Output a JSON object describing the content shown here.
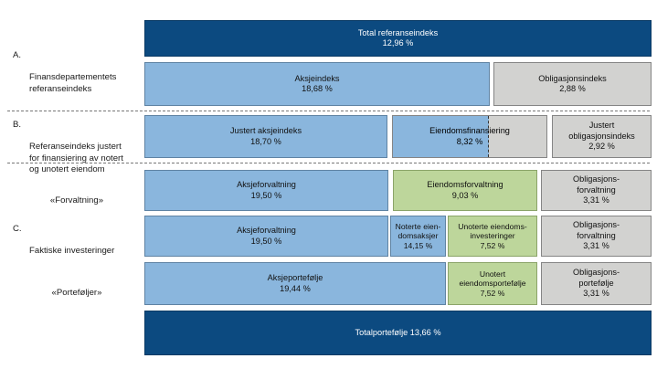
{
  "figure": {
    "sections": [
      {
        "id": "A",
        "letter": "A.",
        "label": "Finansdepartementets\nreferanseindeks"
      },
      {
        "id": "B",
        "letter": "B.",
        "label": "Referanseindeks justert\nfor finansiering av notert\nog unotert eiendom"
      },
      {
        "id": "C",
        "letter": "C.",
        "label": "Faktiske investeringer"
      }
    ],
    "sublabels": {
      "forvaltning": "«Forvaltning»",
      "portefoljer": "«Porteføljer»"
    },
    "bars": {
      "total_referanseindeks": {
        "name": "Total referanseindeks",
        "value": "12,96 %",
        "color": "#0c4a80"
      },
      "aksjeindeks": {
        "name": "Aksjeindeks",
        "value": "18,68 %",
        "color": "#8ab6dd"
      },
      "obligasjonsindeks": {
        "name": "Obligasjonsindeks",
        "value": "2,88 %",
        "color": "#d2d2d0"
      },
      "justert_aksjeindeks": {
        "name": "Justert aksjeindeks",
        "value": "18,70 %",
        "color": "#8ab6dd"
      },
      "eiendomsfinansiering": {
        "name": "Eiendomsfinansiering",
        "value": "8,32 %",
        "color": "#8ab6dd"
      },
      "justert_obligasjonsindeks": {
        "name": "Justert\nobligasjonsindeks",
        "value": "2,92 %",
        "color": "#d2d2d0"
      },
      "aksjeforvaltning": {
        "name": "Aksjeforvaltning",
        "value": "19,50 %",
        "color": "#8ab6dd"
      },
      "eiendomsforvaltning": {
        "name": "Eiendomsforvaltning",
        "value": "9,03 %",
        "color": "#bdd69b"
      },
      "obligasjonsforvaltning": {
        "name": "Obligasjons-\nforvaltning",
        "value": "3,31 %",
        "color": "#d2d2d0"
      },
      "aksjeforvaltning_2": {
        "name": "Aksjeforvaltning",
        "value": "19,50 %",
        "color": "#8ab6dd"
      },
      "noterte_eiendomsaksjer": {
        "name": "Noterte eien-\ndomsaksjer",
        "value": "14,15 %",
        "color": "#8ab6dd"
      },
      "unoterte_eiendomsinvesteringer": {
        "name": "Unoterte eiendoms-\ninvesteringer",
        "value": "7,52 %",
        "color": "#bdd69b"
      },
      "obligasjonsforvaltning_2": {
        "name": "Obligasjons-\nforvaltning",
        "value": "3,31 %",
        "color": "#d2d2d0"
      },
      "aksjeportefolje": {
        "name": "Aksjeportefølje",
        "value": "19,44 %",
        "color": "#8ab6dd"
      },
      "unotert_eiendomsportefolje": {
        "name": "Unotert\neiendomsportefølje",
        "value": "7,52 %",
        "color": "#bdd69b"
      },
      "obligasjonsportefolje": {
        "name": "Obligasjons-\nportefølje",
        "value": "3,31 %",
        "color": "#d2d2d0"
      },
      "totalportefolje": {
        "name": "Totalportefølje 13,66 %",
        "value": "",
        "color": "#0c4a80"
      }
    }
  },
  "chart_data": {
    "type": "bar",
    "title": "",
    "subtitle": "",
    "xlabel": "",
    "ylabel": "",
    "legend": [],
    "grid": false,
    "groups": [
      {
        "section": "A. Finansdepartementets referanseindeks",
        "rows": [
          {
            "segments": [
              {
                "label": "Total referanseindeks",
                "value": 12.96,
                "unit": "%",
                "color": "#0c4a80",
                "width_frac": 1.0
              }
            ]
          },
          {
            "segments": [
              {
                "label": "Aksjeindeks",
                "value": 18.68,
                "unit": "%",
                "color": "#8ab6dd",
                "width_frac": 0.685
              },
              {
                "label": "Obligasjonsindeks",
                "value": 2.88,
                "unit": "%",
                "color": "#d2d2d0",
                "width_frac": 0.315
              }
            ]
          }
        ]
      },
      {
        "section": "B. Referanseindeks justert for finansiering av notert og unotert eiendom",
        "rows": [
          {
            "segments": [
              {
                "label": "Justert aksjeindeks",
                "value": 18.7,
                "unit": "%",
                "color": "#8ab6dd",
                "width_frac": 0.475
              },
              {
                "label": "Eiendomsfinansiering",
                "value": 8.32,
                "unit": "%",
                "color": "#8ab6dd",
                "width_frac": 0.305,
                "partial_fill": 0.62
              },
              {
                "label": "Justert obligasjonsindeks",
                "value": 2.92,
                "unit": "%",
                "color": "#d2d2d0",
                "width_frac": 0.22
              }
            ]
          }
        ]
      },
      {
        "section": "C. Faktiske investeringer",
        "rows": [
          {
            "subtitle": "«Forvaltning»",
            "segments": [
              {
                "label": "Aksjeforvaltning",
                "value": 19.5,
                "unit": "%",
                "color": "#8ab6dd",
                "width_frac": 0.487
              },
              {
                "label": "Eiendomsforvaltning",
                "value": 9.03,
                "unit": "%",
                "color": "#bdd69b",
                "width_frac": 0.293
              },
              {
                "label": "Obligasjonsforvaltning",
                "value": 3.31,
                "unit": "%",
                "color": "#d2d2d0",
                "width_frac": 0.22
              }
            ]
          },
          {
            "subtitle": "",
            "segments": [
              {
                "label": "Aksjeforvaltning",
                "value": 19.5,
                "unit": "%",
                "color": "#8ab6dd",
                "width_frac": 0.487
              },
              {
                "label": "Noterte eiendomsaksjer",
                "value": 14.15,
                "unit": "%",
                "color": "#8ab6dd",
                "width_frac": 0.112
              },
              {
                "label": "Unoterte eiendomsinvesteringer",
                "value": 7.52,
                "unit": "%",
                "color": "#bdd69b",
                "width_frac": 0.178
              },
              {
                "label": "Obligasjonsforvaltning",
                "value": 3.31,
                "unit": "%",
                "color": "#d2d2d0",
                "width_frac": 0.22
              }
            ]
          },
          {
            "subtitle": "«Porteføljer»",
            "segments": [
              {
                "label": "Aksjeportefølje",
                "value": 19.44,
                "unit": "%",
                "color": "#8ab6dd",
                "width_frac": 0.6
              },
              {
                "label": "Unotert eiendomsportefølje",
                "value": 7.52,
                "unit": "%",
                "color": "#bdd69b",
                "width_frac": 0.178
              },
              {
                "label": "Obligasjonsportefølje",
                "value": 3.31,
                "unit": "%",
                "color": "#d2d2d0",
                "width_frac": 0.22
              }
            ]
          },
          {
            "subtitle": "",
            "segments": [
              {
                "label": "Totalportefølje",
                "value": 13.66,
                "unit": "%",
                "color": "#0c4a80",
                "width_frac": 1.0
              }
            ]
          }
        ]
      }
    ]
  }
}
